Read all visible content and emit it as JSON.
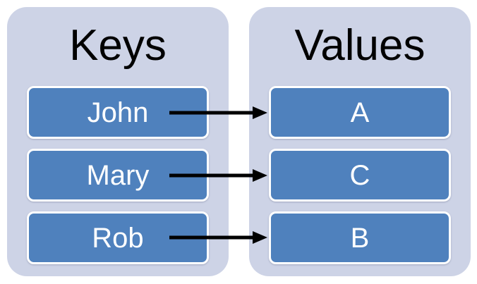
{
  "diagram": {
    "keys_panel": {
      "title": "Keys",
      "items": [
        "John",
        "Mary",
        "Rob"
      ]
    },
    "values_panel": {
      "title": "Values",
      "items": [
        "A",
        "C",
        "B"
      ]
    },
    "mappings": [
      {
        "key": "John",
        "value": "A"
      },
      {
        "key": "Mary",
        "value": "C"
      },
      {
        "key": "Rob",
        "value": "B"
      }
    ]
  },
  "colors": {
    "page_bg": "#ffffff",
    "panel_bg": "#cdd3e6",
    "box_fill": "#4f81bd",
    "box_border": "#ffffff",
    "box_text": "#ffffff",
    "title_color": "#000000",
    "arrow_color": "#000000"
  }
}
